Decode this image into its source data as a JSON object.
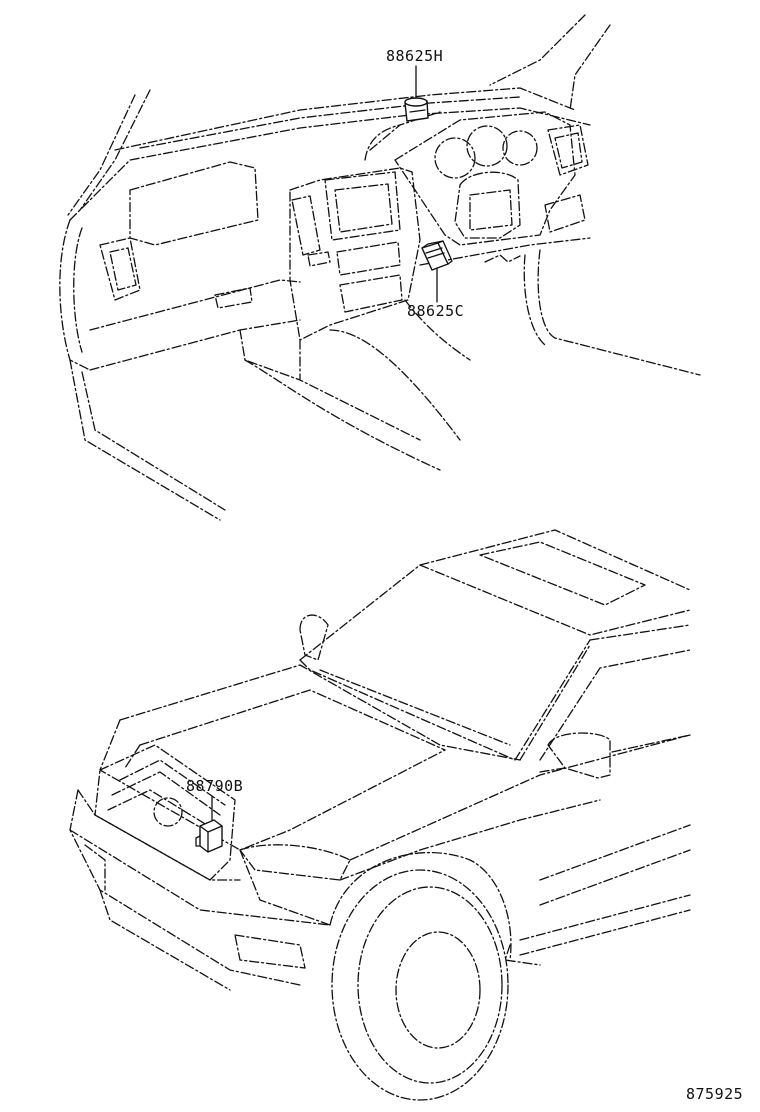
{
  "labels": {
    "part_88625H": "88625H",
    "part_88625C": "88625C",
    "part_88790B": "88790B",
    "illustration_number": "875925"
  }
}
